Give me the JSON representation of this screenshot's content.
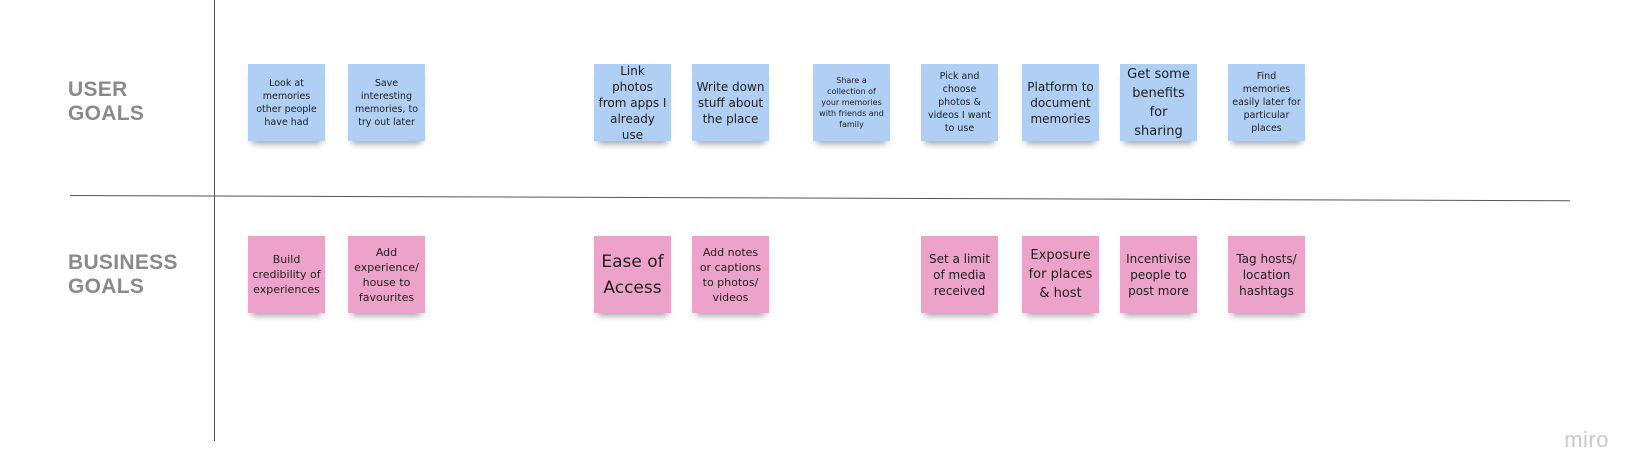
{
  "rows": {
    "user_label": "USER\nGOALS",
    "business_label": "BUSINESS\nGOALS"
  },
  "user_goals": [
    "Look at memories other people have had",
    "Save interesting memories, to try out later",
    "Link photos from apps I already use",
    "Write down stuff about the place",
    "Share a collection of your memories with friends and family",
    "Pick and choose photos & videos I want to use",
    "Platform to document memories",
    "Get some benefits for sharing",
    "Find memories easily later for particular places"
  ],
  "business_goals": [
    "Build credibility of experiences",
    "Add experience/ house to favourites",
    "Ease of Access",
    "Add notes or captions to photos/ videos",
    "Set a limit of media received",
    "Exposure for places & host",
    "Incentivise people to post more",
    "Tag hosts/ location hashtags"
  ],
  "colors": {
    "user_sticky": "#afcff5",
    "business_sticky": "#eda3c9",
    "label": "#8a8a8a",
    "divider": "#555555"
  },
  "watermark": "miro"
}
